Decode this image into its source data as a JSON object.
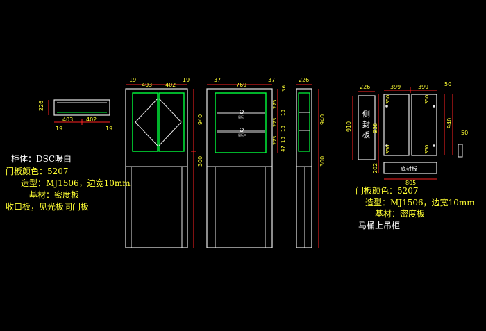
{
  "colors": {
    "background": "#000000",
    "outline": "#e8e8e8",
    "door": "#00ff3c",
    "dimension": "#ff2222",
    "dim_text": "#ffff33",
    "cyan": "#29ffff",
    "white_text": "#ffffff"
  },
  "notes_left": {
    "cabinet_body": "柜体：DSC暖白",
    "door_color": "门板颜色：5207",
    "door_style": "造型：MJ1506，边宽10mm",
    "door_base": "基材：密度板",
    "trim": "收口板，见光板同门板"
  },
  "notes_right": {
    "door_color": "门板颜色：5207",
    "door_style": "造型：MJ1506，边宽10mm",
    "door_base": "基材：密度板",
    "cabinet_name": "马桶上吊柜"
  },
  "labels": {
    "side_panel": [
      "侧",
      "封",
      "板"
    ],
    "bottom_panel": "底封板",
    "shelf_label_1": "层板一",
    "shelf_label_2": "层板二"
  },
  "dims": {
    "top_view": {
      "depth": "226",
      "left": "403",
      "right": "402",
      "side_l": "19",
      "side_r": "19"
    },
    "front": {
      "side_l": "19",
      "door_l": "403",
      "door_r": "402",
      "side_r": "19",
      "height": "940",
      "lower": "300"
    },
    "interior": {
      "side_l": "37",
      "width": "769",
      "side_r": "37",
      "d1": "36",
      "d2": "275",
      "d3": "18",
      "d4": "273",
      "d5": "18",
      "d6": "273",
      "d7": "18",
      "d8": "47"
    },
    "side_view": {
      "depth": "226",
      "height": "940",
      "lower": "300"
    },
    "panel_view": {
      "w1": "226",
      "w2": "399",
      "w3": "399",
      "w4": "50",
      "h1": "910",
      "h2": "938",
      "h3": "940",
      "p1": "350",
      "p2": "350",
      "p3": "350",
      "p4": "350",
      "base": "202",
      "total": "805",
      "side": "50"
    }
  }
}
